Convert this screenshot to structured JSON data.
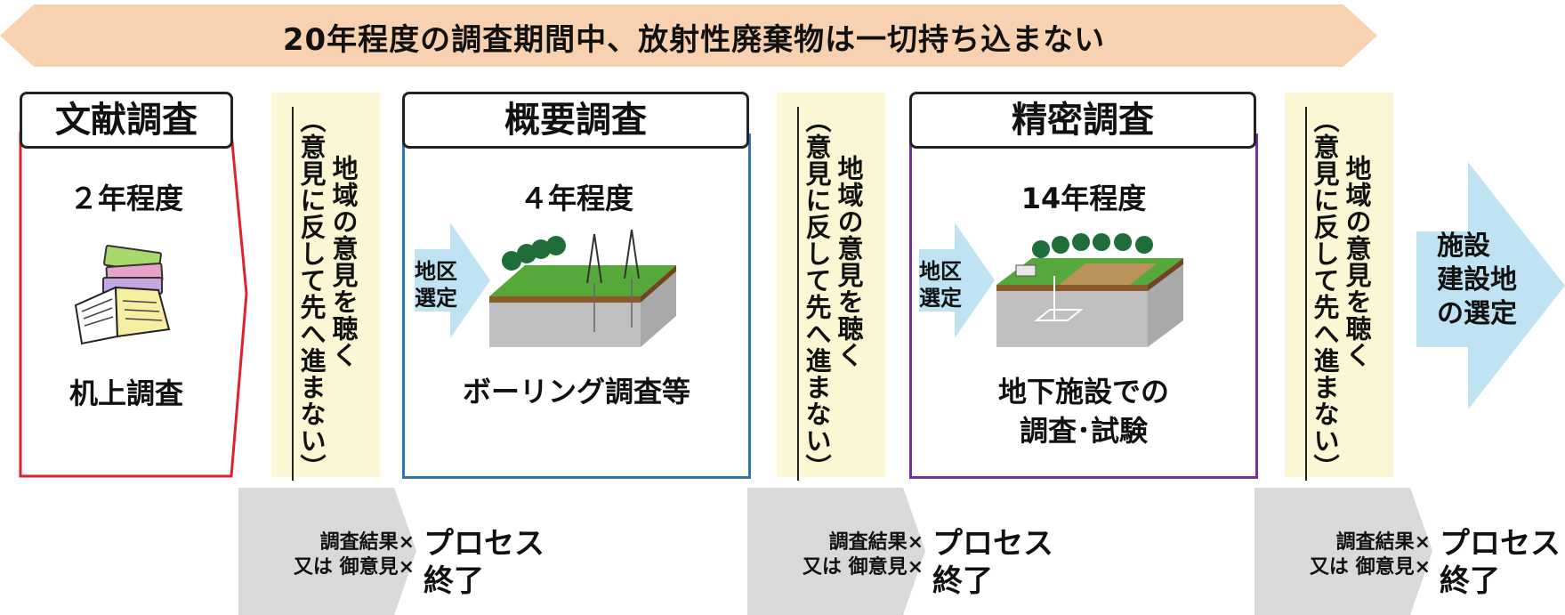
{
  "banner": {
    "text": "20年程度の調査期間中、放射性廃棄物は一切持ち込まない"
  },
  "stages": [
    {
      "title": "文献調査",
      "duration": "２年程度",
      "description": "机上調査",
      "border_color": "#e0202c"
    },
    {
      "title": "概要調査",
      "duration": "４年程度",
      "description": "ボーリング調査等",
      "border_color": "#2e74b5",
      "selection_label": [
        "地区",
        "選定"
      ]
    },
    {
      "title": "精密調査",
      "duration": "14年程度",
      "description_lines": [
        "地下施設での",
        "調査･試験"
      ],
      "border_color": "#7030a0",
      "selection_label": [
        "地区",
        "選定"
      ]
    }
  ],
  "listen_columns": {
    "line1": "地域の意見を聴く",
    "line2": "（意見に反して先へ進まない）"
  },
  "outcomes": {
    "condition_lines": [
      "調査結果×",
      "又は 御意見×"
    ],
    "result_lines": [
      "プロセス",
      "終了"
    ]
  },
  "final": {
    "lines": [
      "施設",
      "建設地",
      "の選定"
    ]
  },
  "colors": {
    "banner_fill": "#f8d2b0",
    "listen_fill": "#fbf6d3",
    "blue_arrow": "#bfe3f3",
    "gray_arrow": "#d9d9d9"
  }
}
